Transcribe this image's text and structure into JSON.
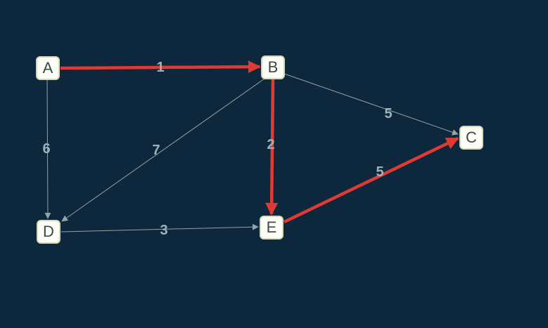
{
  "graph": {
    "colors": {
      "background": "#0d273d",
      "edge": "#8fa5a7",
      "highlight": "#e03a34",
      "weight_label": "#9fb3b6",
      "node_fill": "#fdfdf7",
      "node_border": "#d8d8b8",
      "node_text": "#3b4a45"
    },
    "nodes": [
      {
        "id": "A",
        "label": "A"
      },
      {
        "id": "B",
        "label": "B"
      },
      {
        "id": "C",
        "label": "C"
      },
      {
        "id": "D",
        "label": "D"
      },
      {
        "id": "E",
        "label": "E"
      }
    ],
    "edges": [
      {
        "from": "A",
        "to": "B",
        "weight": "1",
        "highlighted": true
      },
      {
        "from": "A",
        "to": "D",
        "weight": "6",
        "highlighted": false
      },
      {
        "from": "B",
        "to": "C",
        "weight": "5",
        "highlighted": false
      },
      {
        "from": "B",
        "to": "D",
        "weight": "7",
        "highlighted": false
      },
      {
        "from": "B",
        "to": "E",
        "weight": "2",
        "highlighted": true
      },
      {
        "from": "D",
        "to": "E",
        "weight": "3",
        "highlighted": false
      },
      {
        "from": "E",
        "to": "C",
        "weight": "5",
        "highlighted": true
      }
    ]
  }
}
